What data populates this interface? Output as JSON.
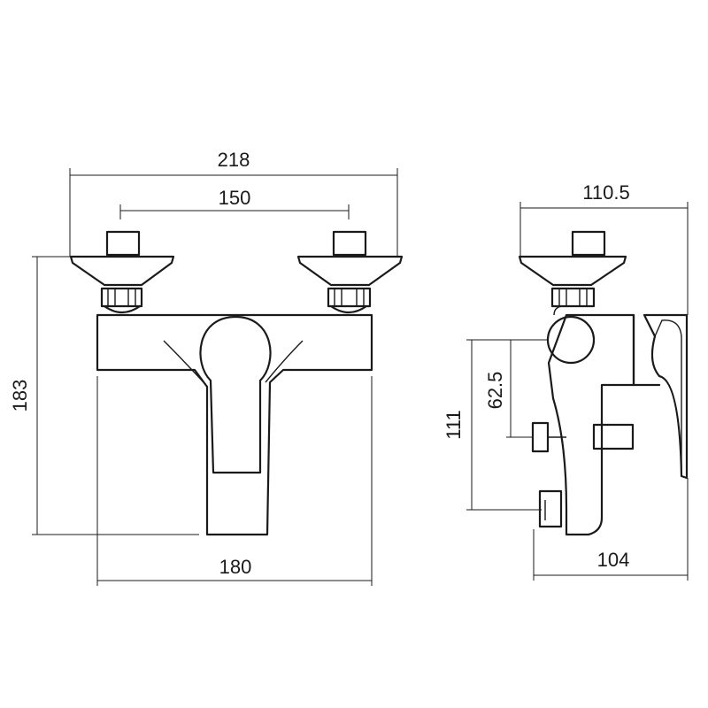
{
  "dimensions": {
    "front_overall_width": "218",
    "front_inlet_spacing": "150",
    "front_height": "183",
    "front_body_width": "180",
    "side_top_depth": "110.5",
    "side_outlet_height": "111",
    "side_handle_offset": "62.5",
    "side_bottom_depth": "104"
  }
}
